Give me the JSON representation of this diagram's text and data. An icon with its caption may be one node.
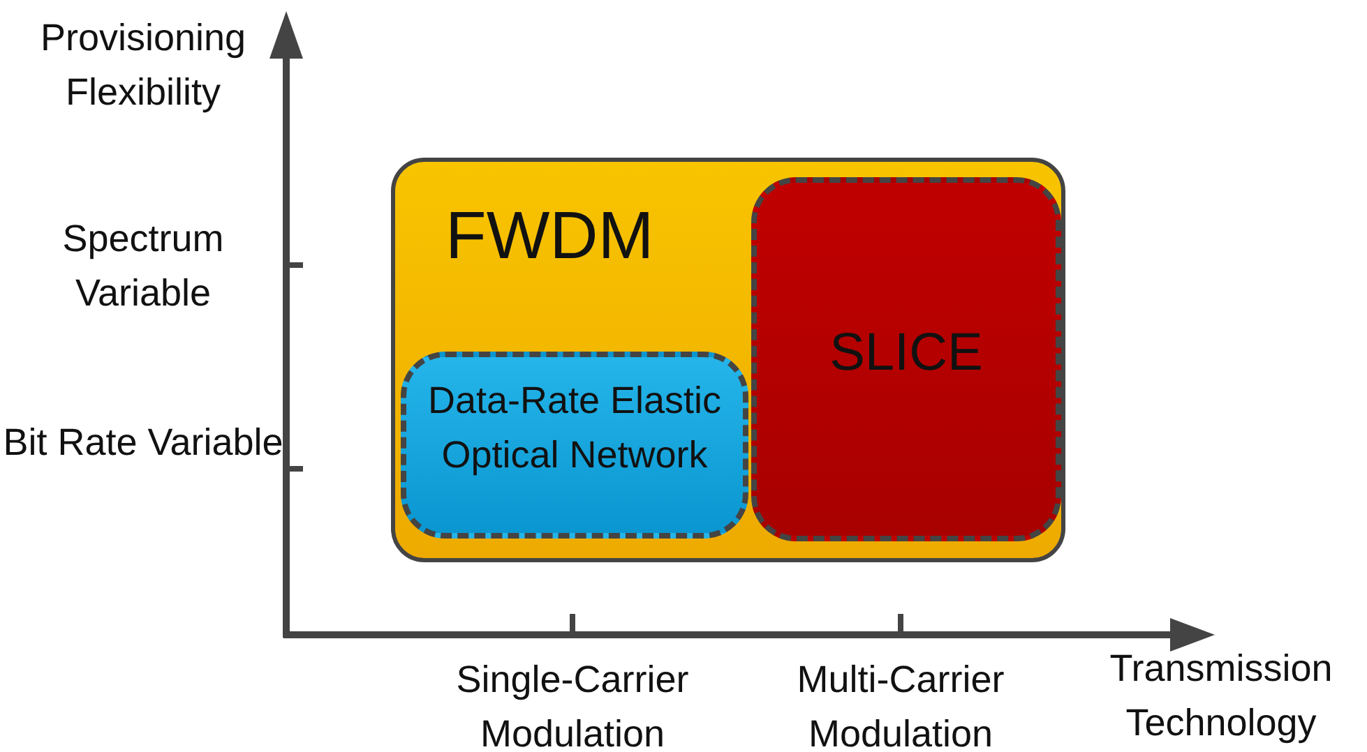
{
  "diagram": {
    "nodes": [
      {
        "text": [
          "FWDM"
        ]
      },
      {
        "text": [
          "Data-Rate Elastic Optical Network"
        ],
        "in": 0
      },
      {
        "text": [
          "SLICE"
        ],
        "in": 0
      }
    ],
    "edges": [],
    "labels": [
      "Provisioning Flexibility",
      "Spectrum Variable",
      "Bit Rate Variable",
      "Single-Carrier Modulation",
      "Multi-Carrier Modulation",
      "Transmission Technology"
    ]
  }
}
